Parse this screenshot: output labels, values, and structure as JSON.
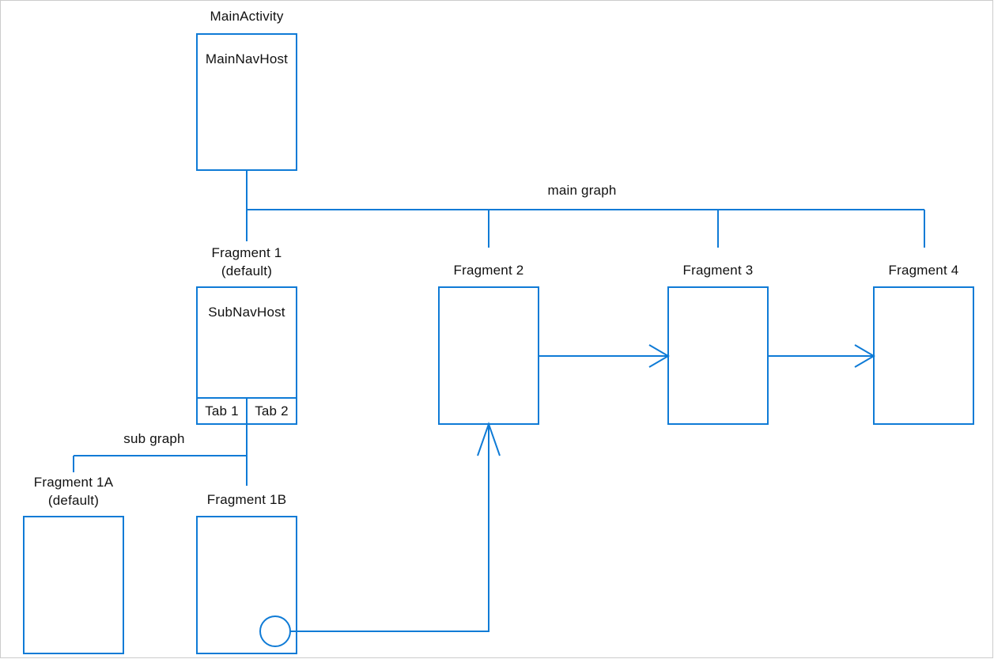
{
  "colors": {
    "line": "#0f7bd6",
    "text": "#111111",
    "frame": "#cccccc"
  },
  "labels": {
    "main_activity": "MainActivity",
    "main_nav_host": "MainNavHost",
    "main_graph": "main graph",
    "fragment1": "Fragment 1",
    "fragment1_default": "(default)",
    "sub_nav_host": "SubNavHost",
    "tab1": "Tab 1",
    "tab2": "Tab 2",
    "sub_graph": "sub graph",
    "fragment1a": "Fragment 1A",
    "fragment1a_default": "(default)",
    "fragment1b": "Fragment 1B",
    "fragment2": "Fragment 2",
    "fragment3": "Fragment 3",
    "fragment4": "Fragment 4"
  }
}
